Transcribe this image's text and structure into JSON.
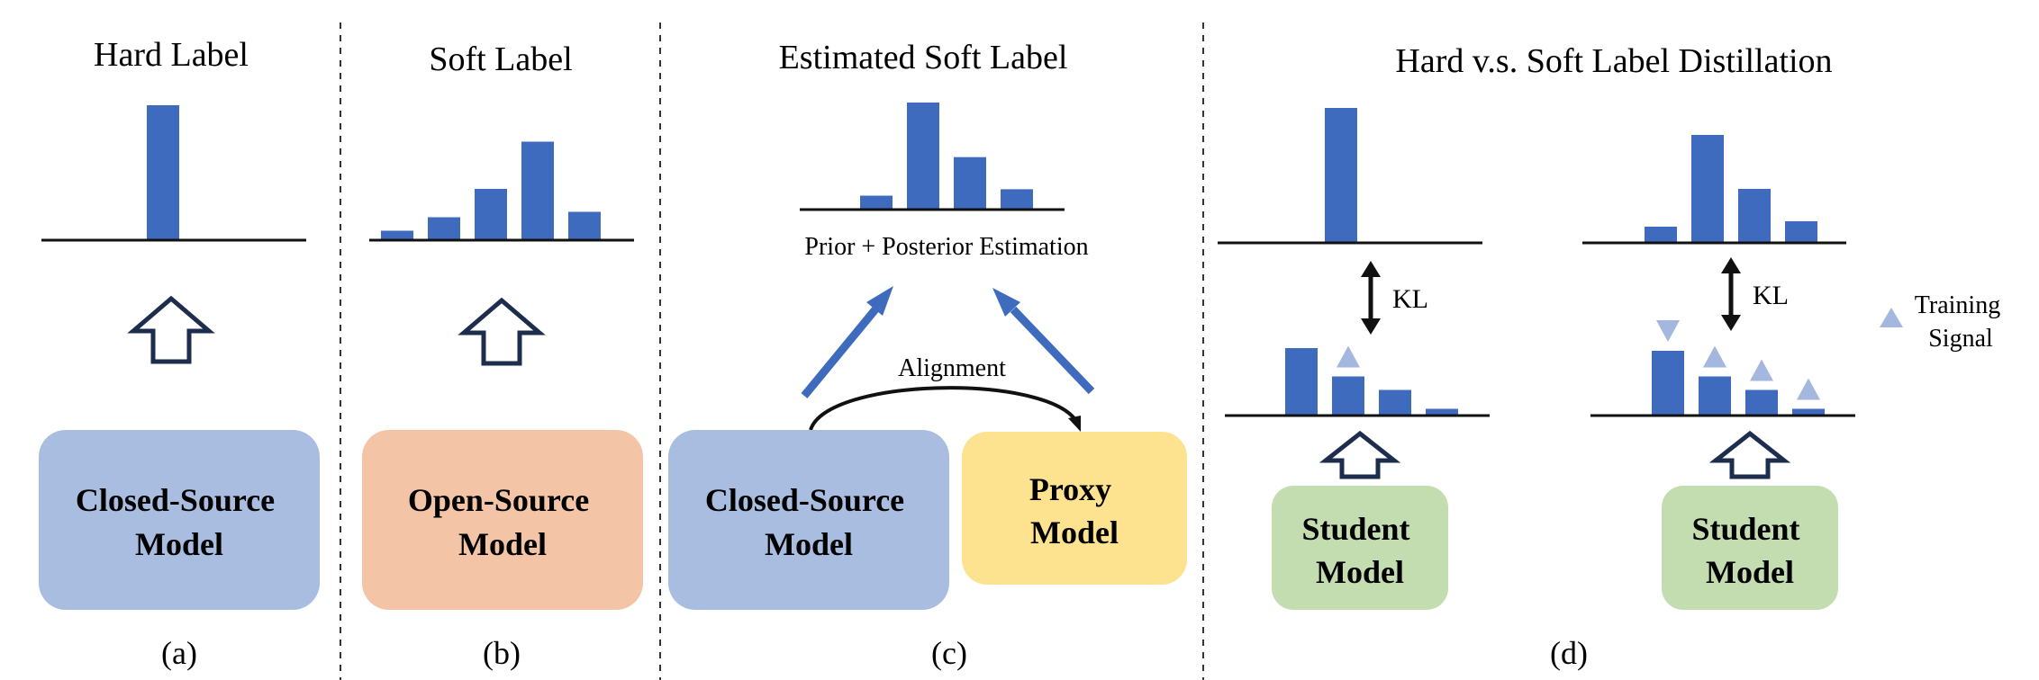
{
  "colors": {
    "bar": "#3f6bbf",
    "closed_box": "#a9bde0",
    "open_box": "#f3c4a6",
    "proxy_box": "#fde28f",
    "student_box": "#c3ddb0",
    "signal": "#a3b7df",
    "outline_arrow": "#1d2d4d",
    "line": "#111111"
  },
  "icons": {
    "up_arrow": "outline-up-arrow-icon",
    "diag_arrow": "blue-diagonal-arrow-icon",
    "kl_arrow": "double-headed-arrow-icon",
    "signal": "triangle-marker-icon"
  },
  "panels": {
    "a": {
      "title": "Hard Label",
      "box": [
        "Closed-Source",
        "Model"
      ],
      "caption": "(a)",
      "bars": [
        1.0
      ]
    },
    "b": {
      "title": "Soft Label",
      "box": [
        "Open-Source",
        "Model"
      ],
      "caption": "(b)",
      "bars": [
        0.07,
        0.17,
        0.38,
        0.73,
        0.21
      ]
    },
    "c": {
      "title": "Estimated Soft Label",
      "estimation": "Prior + Posterior Estimation",
      "alignment": "Alignment",
      "box_closed": [
        "Closed-Source",
        "Model"
      ],
      "box_proxy": [
        "Proxy",
        "Model"
      ],
      "caption": "(c)",
      "bars": [
        0.13,
        1.0,
        0.49,
        0.19
      ]
    },
    "d": {
      "title": "Hard v.s. Soft Label Distillation",
      "kl": "KL",
      "student": [
        "Student",
        "Model"
      ],
      "legend": [
        "Training",
        "Signal"
      ],
      "caption": "(d)",
      "hard_teacher_bars": [
        1.0
      ],
      "hard_student_bars": [
        0.5,
        0.29,
        0.19,
        0.05
      ],
      "hard_signals": [
        "none",
        "up",
        "none",
        "none"
      ],
      "soft_teacher_bars": [
        0.12,
        0.8,
        0.4,
        0.16
      ],
      "soft_student_bars": [
        0.48,
        0.29,
        0.19,
        0.05
      ],
      "soft_signals": [
        "down",
        "up",
        "up",
        "up"
      ]
    }
  }
}
